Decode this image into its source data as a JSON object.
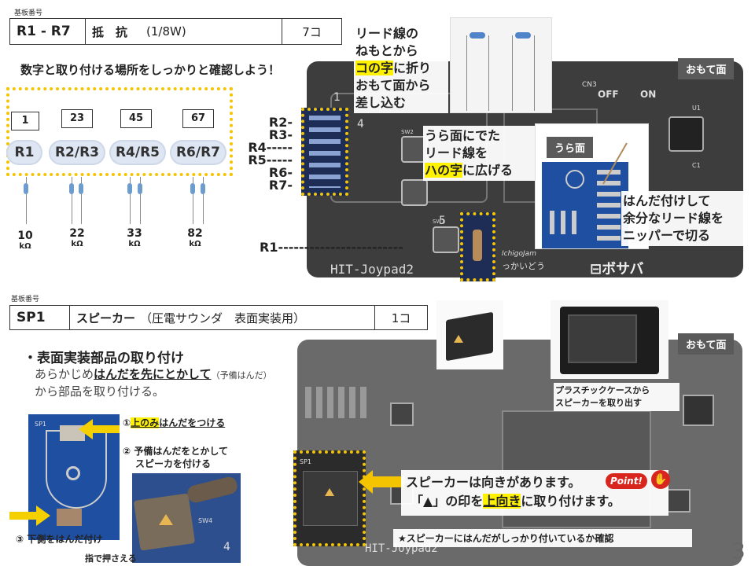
{
  "section1": {
    "board_label": "基板番号",
    "part_id": "R1 - R7",
    "part_name": "抵　抗",
    "part_spec": "(1/8W)",
    "qty": "7コ",
    "instruction": "数字と取り付ける場所をしっかりと確認しよう！",
    "numbers": [
      "1",
      "23",
      "45",
      "67"
    ],
    "labels": [
      "R1",
      "R2/R3",
      "R4/R5",
      "R6/R7"
    ],
    "values": [
      "10",
      "22",
      "33",
      "82"
    ],
    "unit": "kΩ",
    "lead_note": [
      "リード線の",
      "ねもとから",
      "コの字",
      "に折り",
      "おもて面から",
      "差し込む"
    ],
    "back_note": [
      "うら面にでた",
      "リード線を",
      "ハの字",
      "に広げる"
    ],
    "back_tag": "うら面",
    "solder_note": [
      "はんだ付けして",
      "余分なリード線を",
      "ニッパーで切る"
    ],
    "front_tag": "おもて面",
    "board_refs": [
      "R2-",
      "R3-",
      "R4-----",
      "R5-----",
      "R6-",
      "R7-"
    ],
    "r1_ref": "R1------------------------",
    "board_texts": [
      "HIT-Joypad2",
      "IchigoJam",
      "っかいどう",
      "CN3",
      "OFF",
      "ON",
      "SW2",
      "SW1",
      "U1",
      "C1",
      "5",
      "4",
      "1"
    ]
  },
  "section2": {
    "board_label": "基板番号",
    "part_id": "SP1",
    "part_name": "スピーカー",
    "part_spec": "（圧電サウンダ　表面実装用）",
    "qty": "1コ",
    "heading": "・表面実装部品の取り付け",
    "line1_pre": "あらかじめ",
    "line1_emph": "はんだを先にとかして",
    "line1_note": "（予備はんだ）",
    "line2": "から部品を取り付ける。",
    "step1_pre": "①",
    "step1_hl": "上のみ",
    "step1_post": "はんだをつける",
    "step2": [
      "② 予備はんだをとかして",
      "スピーカを付ける"
    ],
    "step3": "③ 下側をはんだ付け",
    "press_note": "指で押さえる",
    "case_note": [
      "プラスチックケースから",
      "スピーカーを取り出す"
    ],
    "front_tag": "おもて面",
    "direction_note1": "スピーカーは向きがあります。",
    "point_badge": "Point!",
    "direction_note2_pre": "「▲」の印を",
    "direction_note2_hl": "上向き",
    "direction_note2_post": "に取り付けます。",
    "check_note": "★スピーカーにはんだがしっかり付いているか確認",
    "pcb_labels": [
      "SP1",
      "SW4",
      "4"
    ],
    "board_texts": [
      "HIT-Joypad2",
      "SP1"
    ]
  },
  "page_number": "3"
}
